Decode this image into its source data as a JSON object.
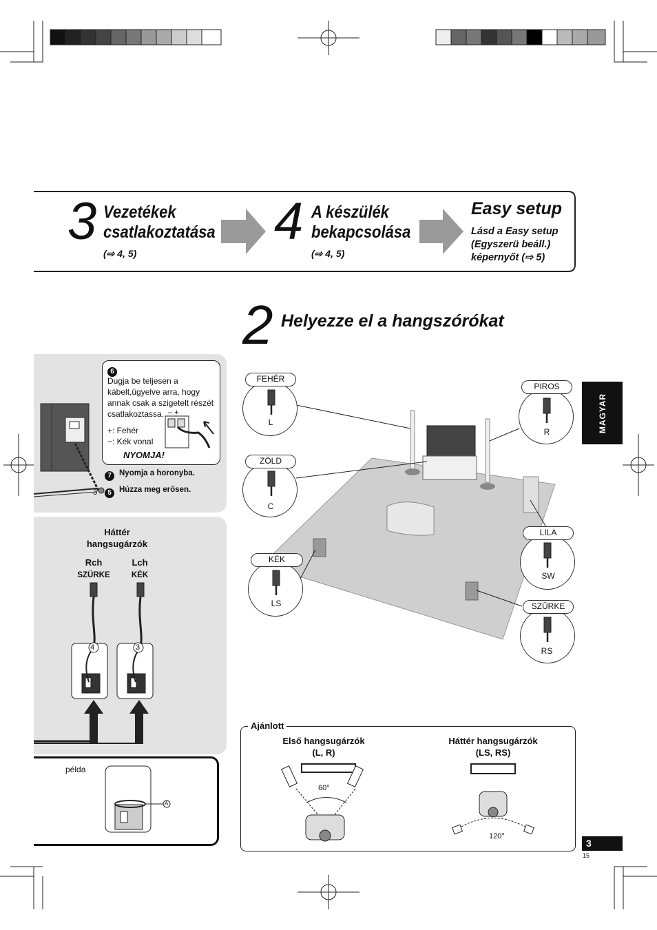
{
  "header_step3": {
    "number": "3",
    "title_line1": "Vezetékek",
    "title_line2": "csatlakoztatása",
    "ref": "(⇨ 4, 5)"
  },
  "header_step4": {
    "number": "4",
    "title_line1": "A készülék",
    "title_line2": "bekapcsolása",
    "ref": "(⇨ 4, 5)"
  },
  "header_easy": {
    "title": "Easy setup",
    "line1": "Lásd a Easy setup",
    "line2": "(Egyszerü beáll.)",
    "line3": "képernyőt (⇨ 5)"
  },
  "step2": {
    "number": "2",
    "title": "Helyezze el a hangszórókat"
  },
  "side_tab": "MAGYAR",
  "page_number": "3",
  "page_small_number": "15",
  "connect_box": {
    "step6": "6",
    "text": [
      "Dugja be teljesen a",
      "kábelt,ügyelve arra, hogy",
      "annak csak a szigetelt részét",
      "csatlakoztassa."
    ],
    "plus_label": "+: Fehér",
    "minus_label": "−: Kék vonal",
    "polarity": "–  +",
    "press": "NYOMJA!",
    "step7_num": "7",
    "step7": "Nyomja a horonyba.",
    "step5_num": "5",
    "step5": "Húzza meg erősen.",
    "cable_num": "3"
  },
  "rear_box": {
    "title_line1": "Háttér",
    "title_line2": "hangsugárzók",
    "rch": "Rch",
    "rch_color": "SZÜRKE",
    "lch": "Lch",
    "lch_color": "KÉK",
    "rch_num": "4",
    "lch_num": "3"
  },
  "example_box": {
    "label": "példa",
    "marker": "A"
  },
  "speakers": [
    {
      "color": "FEHÉR",
      "code": "L"
    },
    {
      "color": "ZÖLD",
      "code": "C"
    },
    {
      "color": "KÉK",
      "code": "LS"
    },
    {
      "color": "PIROS",
      "code": "R"
    },
    {
      "color": "LILA",
      "code": "SW"
    },
    {
      "color": "SZÜRKE",
      "code": "RS"
    }
  ],
  "recommended": {
    "title": "Ajánlott",
    "front_line1": "Első hangsugárzók",
    "front_line2": "(L, R)",
    "front_angle": "60°",
    "rear_line1": "Háttér hangsugárzók",
    "rear_line2": "(LS, RS)",
    "rear_angle": "120°"
  },
  "colors": {
    "gray_panel": "#e3e3e3",
    "floor": "#cfcfcf",
    "arrow": "#9a9a9a"
  }
}
